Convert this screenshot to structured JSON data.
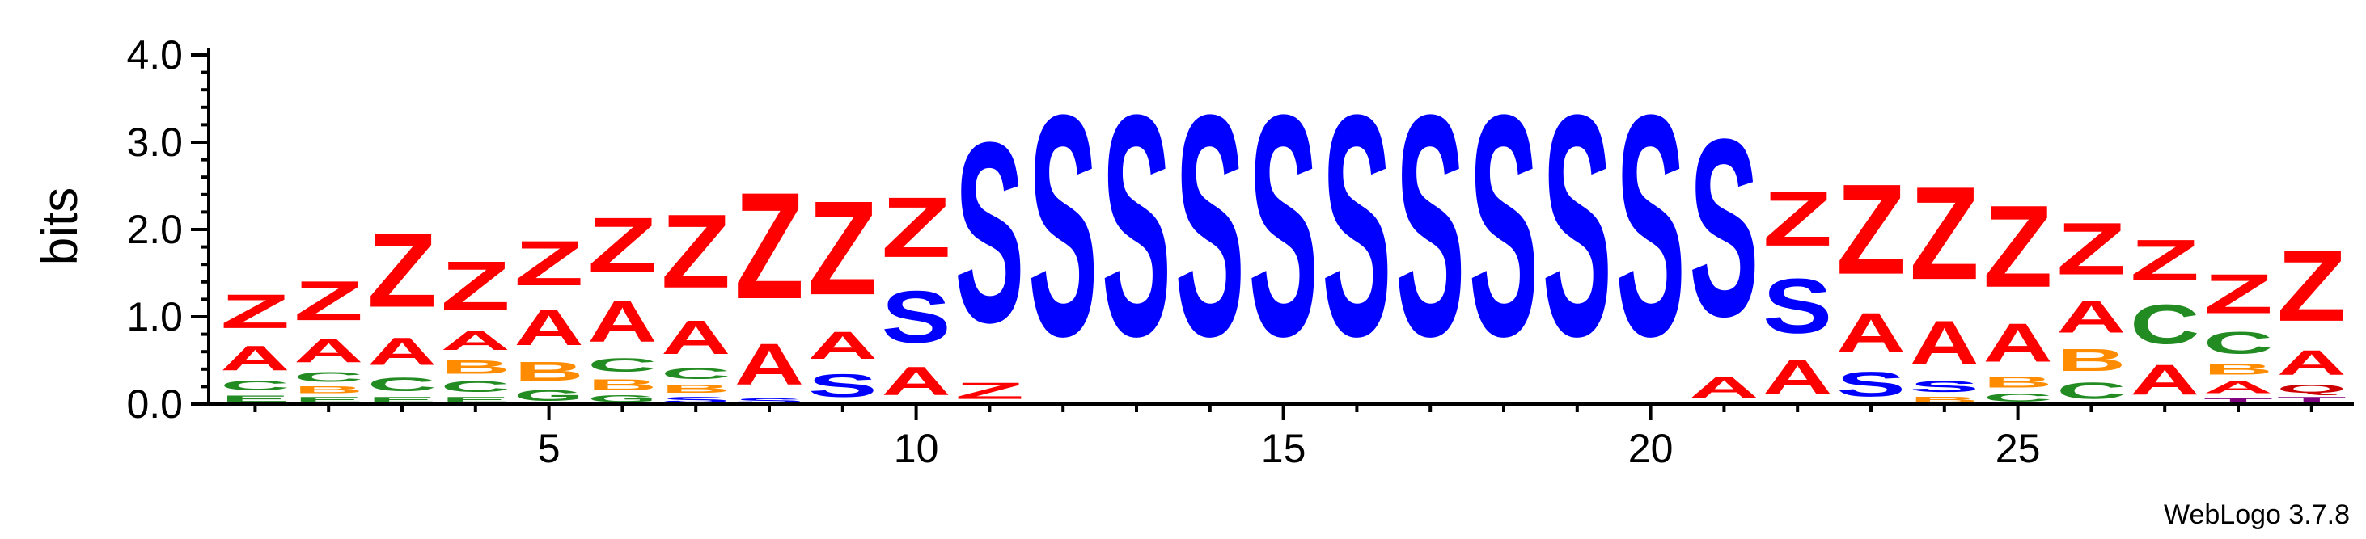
{
  "chart_data": {
    "type": "sequence-logo",
    "ylabel": "bits",
    "ylim": [
      0,
      4.0
    ],
    "yticks": [
      "0.0",
      "1.0",
      "2.0",
      "3.0",
      "4.0"
    ],
    "xticks": [
      "5",
      "10",
      "15",
      "20",
      "25"
    ],
    "xtick_positions": [
      5,
      10,
      15,
      20,
      25
    ],
    "credit": "WebLogo 3.7.8",
    "colors": {
      "S": "#0000ff",
      "Z": "#ff0000",
      "A": "#ff0000",
      "C": "#228b22",
      "B": "#ff8c00",
      "G": "#228b22",
      "Q": "#cc0000",
      "T": "#800080",
      "E": "#228b22",
      "R": "#ff8c00"
    },
    "positions": [
      {
        "pos": 1,
        "stack": [
          [
            "E",
            0.12
          ],
          [
            "C",
            0.18
          ],
          [
            "A",
            0.45
          ],
          [
            "Z",
            0.62
          ]
        ]
      },
      {
        "pos": 2,
        "stack": [
          [
            "E",
            0.1
          ],
          [
            "B",
            0.12
          ],
          [
            "C",
            0.18
          ],
          [
            "A",
            0.42
          ],
          [
            "Z",
            0.72
          ]
        ]
      },
      {
        "pos": 3,
        "stack": [
          [
            "E",
            0.1
          ],
          [
            "C",
            0.25
          ],
          [
            "A",
            0.5
          ],
          [
            "Z",
            1.35
          ]
        ]
      },
      {
        "pos": 4,
        "stack": [
          [
            "E",
            0.1
          ],
          [
            "C",
            0.2
          ],
          [
            "B",
            0.25
          ],
          [
            "A",
            0.35
          ],
          [
            "Z",
            0.9
          ]
        ]
      },
      {
        "pos": 5,
        "stack": [
          [
            "G",
            0.2
          ],
          [
            "B",
            0.35
          ],
          [
            "A",
            0.65
          ],
          [
            "Z",
            0.82
          ]
        ]
      },
      {
        "pos": 6,
        "stack": [
          [
            "G",
            0.12
          ],
          [
            "B",
            0.2
          ],
          [
            "C",
            0.25
          ],
          [
            "A",
            0.75
          ],
          [
            "Z",
            1.0
          ]
        ]
      },
      {
        "pos": 7,
        "stack": [
          [
            "S",
            0.1
          ],
          [
            "B",
            0.15
          ],
          [
            "C",
            0.2
          ],
          [
            "A",
            0.62
          ],
          [
            "Z",
            1.35
          ]
        ]
      },
      {
        "pos": 8,
        "stack": [
          [
            "S",
            0.08
          ],
          [
            "A",
            0.75
          ],
          [
            "Z",
            1.95
          ]
        ]
      },
      {
        "pos": 9,
        "stack": [
          [
            "S",
            0.42
          ],
          [
            "A",
            0.5
          ],
          [
            "Z",
            1.72
          ]
        ]
      },
      {
        "pos": 10,
        "stack": [
          [
            "A",
            0.52
          ],
          [
            "S",
            0.95
          ],
          [
            "Z",
            1.1
          ]
        ]
      },
      {
        "pos": 11,
        "stack": [
          [
            "Z",
            0.3
          ],
          [
            "S",
            3.3
          ]
        ]
      },
      {
        "pos": 12,
        "stack": [
          [
            "S",
            4.05
          ]
        ]
      },
      {
        "pos": 13,
        "stack": [
          [
            "S",
            4.05
          ]
        ]
      },
      {
        "pos": 14,
        "stack": [
          [
            "S",
            4.05
          ]
        ]
      },
      {
        "pos": 15,
        "stack": [
          [
            "S",
            4.05
          ]
        ]
      },
      {
        "pos": 16,
        "stack": [
          [
            "S",
            4.05
          ]
        ]
      },
      {
        "pos": 17,
        "stack": [
          [
            "S",
            4.05
          ]
        ]
      },
      {
        "pos": 18,
        "stack": [
          [
            "S",
            4.05
          ]
        ]
      },
      {
        "pos": 19,
        "stack": [
          [
            "S",
            4.05
          ]
        ]
      },
      {
        "pos": 20,
        "stack": [
          [
            "S",
            4.05
          ]
        ]
      },
      {
        "pos": 21,
        "stack": [
          [
            "A",
            0.38
          ],
          [
            "S",
            3.25
          ]
        ]
      },
      {
        "pos": 22,
        "stack": [
          [
            "A",
            0.62
          ],
          [
            "S",
            1.0
          ],
          [
            "Z",
            1.0
          ]
        ]
      },
      {
        "pos": 23,
        "stack": [
          [
            "S",
            0.45
          ],
          [
            "A",
            0.72
          ],
          [
            "Z",
            1.65
          ]
        ]
      },
      {
        "pos": 24,
        "stack": [
          [
            "B",
            0.1
          ],
          [
            "S",
            0.2
          ],
          [
            "A",
            0.8
          ],
          [
            "Z",
            1.7
          ]
        ]
      },
      {
        "pos": 25,
        "stack": [
          [
            "C",
            0.15
          ],
          [
            "B",
            0.2
          ],
          [
            "A",
            0.7
          ],
          [
            "Z",
            1.5
          ]
        ]
      },
      {
        "pos": 26,
        "stack": [
          [
            "C",
            0.3
          ],
          [
            "B",
            0.4
          ],
          [
            "A",
            0.6
          ],
          [
            "Z",
            0.95
          ]
        ]
      },
      {
        "pos": 27,
        "stack": [
          [
            "A",
            0.55
          ],
          [
            "C",
            0.72
          ],
          [
            "Z",
            0.75
          ]
        ]
      },
      {
        "pos": 28,
        "stack": [
          [
            "T",
            0.08
          ],
          [
            "A",
            0.22
          ],
          [
            "B",
            0.2
          ],
          [
            "C",
            0.4
          ],
          [
            "Z",
            0.72
          ]
        ]
      },
      {
        "pos": 29,
        "stack": [
          [
            "T",
            0.1
          ],
          [
            "Q",
            0.15
          ],
          [
            "A",
            0.45
          ],
          [
            "Z",
            1.3
          ]
        ]
      }
    ]
  }
}
